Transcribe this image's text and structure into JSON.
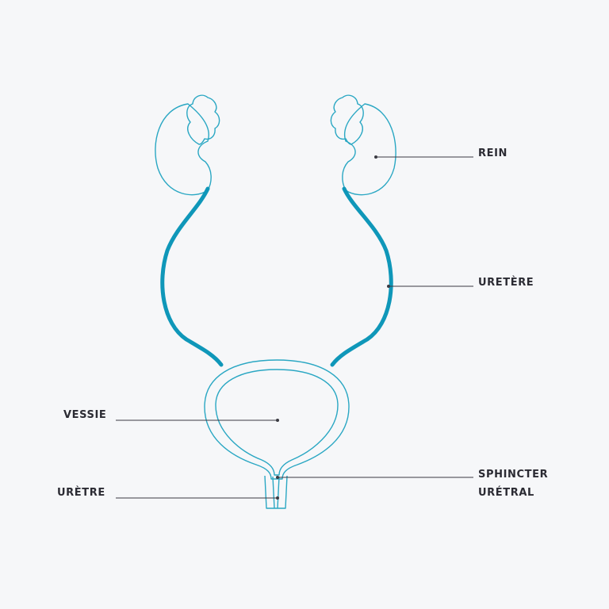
{
  "colors": {
    "background": "#f6f7f9",
    "organ_outline": "#2aa7c3",
    "ureter": "#0f97b9",
    "leader_line": "#3a3a42",
    "label_text": "#2b2b33"
  },
  "labels": {
    "kidney": "REIN",
    "ureter": "URETÈRE",
    "bladder": "VESSIE",
    "sphincter_line1": "SPHINCTER",
    "sphincter_line2": "URÉTRAL",
    "urethra": "URÈTRE"
  }
}
